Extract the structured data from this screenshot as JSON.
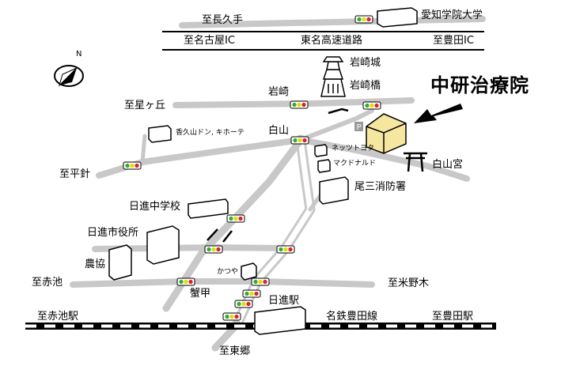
{
  "map": {
    "clinic_name": "中研治療院",
    "roads": {
      "expressway": "東名高速道路",
      "rail_line": "名鉄豊田線"
    },
    "directions": {
      "to_nagakute": "至長久手",
      "to_nagoya_ic": "至名古屋IC",
      "to_toyota_ic": "至豊田IC",
      "to_hoshigaoka": "至星ヶ丘",
      "to_hirabari": "至平針",
      "to_akaike": "至赤池",
      "to_komenoki": "至米野木",
      "to_akaike_station": "至赤池駅",
      "to_toyota_station": "至豊田駅",
      "to_togo": "至東郷"
    },
    "places": {
      "aichi_gakuin": "愛知学院大学",
      "iwasaki_castle": "岩崎城",
      "iwasaki_bridge": "岩崎橋",
      "iwasaki": "岩崎",
      "hakusan": "白山",
      "store": "香久山ドン, キホーテ",
      "nettsu_toyota": "ネッツトヨタ",
      "mcdonalds": "マクドナルド",
      "hakusan_shrine": "白山宮",
      "fire_station": "尾三消防署",
      "junior_high": "日進中学校",
      "city_office": "日進市役所",
      "agri_coop": "農協",
      "katsuya": "かつや",
      "kanikou": "蟹甲",
      "nisshin_station": "日進駅"
    },
    "compass_north": "N",
    "parking": "P"
  }
}
